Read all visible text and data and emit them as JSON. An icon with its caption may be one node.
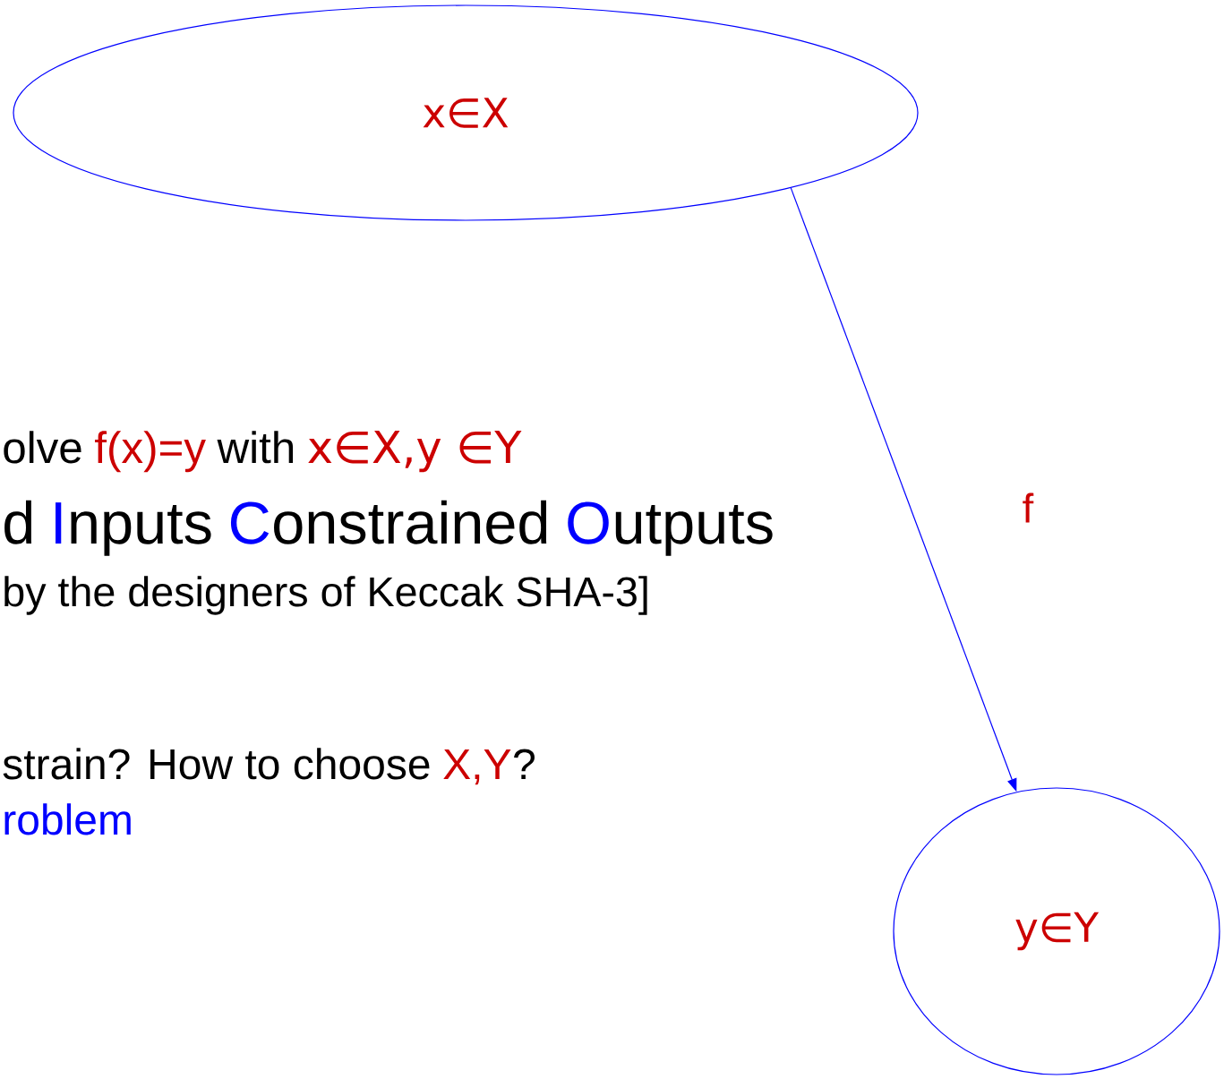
{
  "diagram": {
    "nodes": [
      {
        "text": [
          "x∈X"
        ]
      },
      {
        "text": [
          "y∈Y"
        ]
      }
    ],
    "edges": [
      {
        "from": 0,
        "to": 1,
        "arrow": "to",
        "label": "f"
      }
    ],
    "labels": [
      "olve",
      "f(x)=y",
      "with",
      "x∈X,y ∈Y",
      "d",
      "I",
      "nputs",
      "C",
      "onstrained",
      "O",
      "utputs",
      "by the designers of Keccak SHA-3]",
      "strain? How to choose",
      "X,Y",
      "?",
      "roblem"
    ]
  }
}
